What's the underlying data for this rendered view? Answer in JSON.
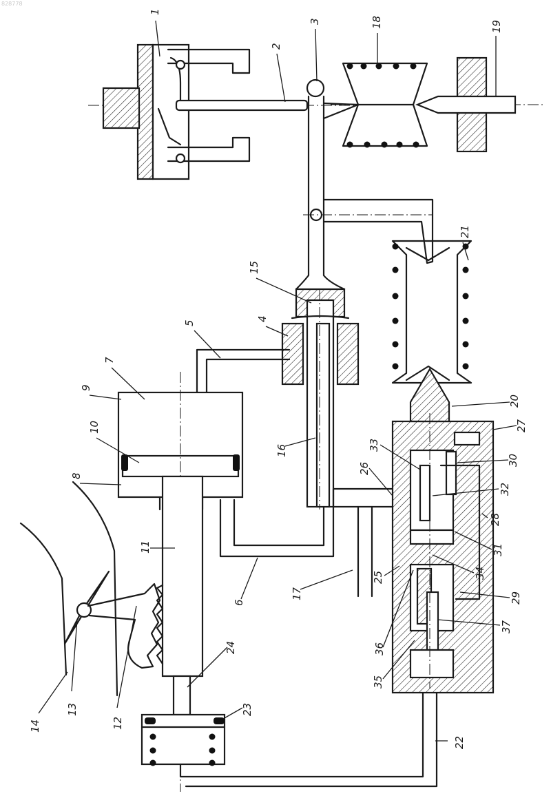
{
  "watermark": "828778",
  "labels": [
    "1",
    "2",
    "3",
    "4",
    "5",
    "6",
    "7",
    "8",
    "9",
    "10",
    "11",
    "12",
    "13",
    "14",
    "15",
    "16",
    "17",
    "18",
    "19",
    "20",
    "21",
    "22",
    "23",
    "24",
    "25",
    "26",
    "27",
    "28",
    "29",
    "30",
    "31",
    "32",
    "33",
    "34",
    "35",
    "36",
    "37"
  ]
}
